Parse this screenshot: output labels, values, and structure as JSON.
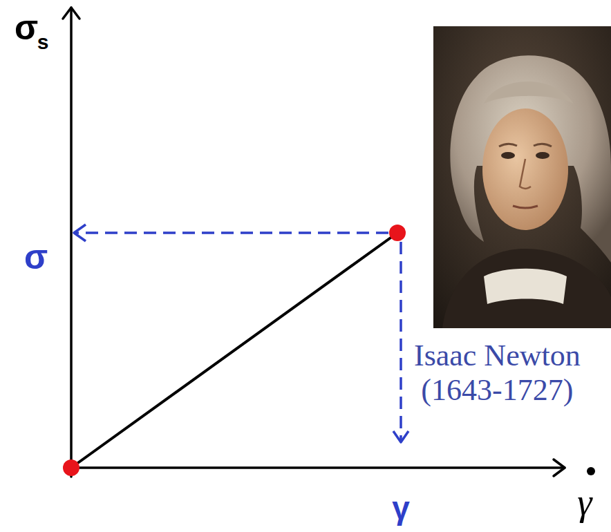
{
  "diagram": {
    "labels": [
      "σ",
      "s",
      "Isaac Newton",
      "(1643-1727)",
      "σ",
      "γ",
      "γ"
    ]
  }
}
